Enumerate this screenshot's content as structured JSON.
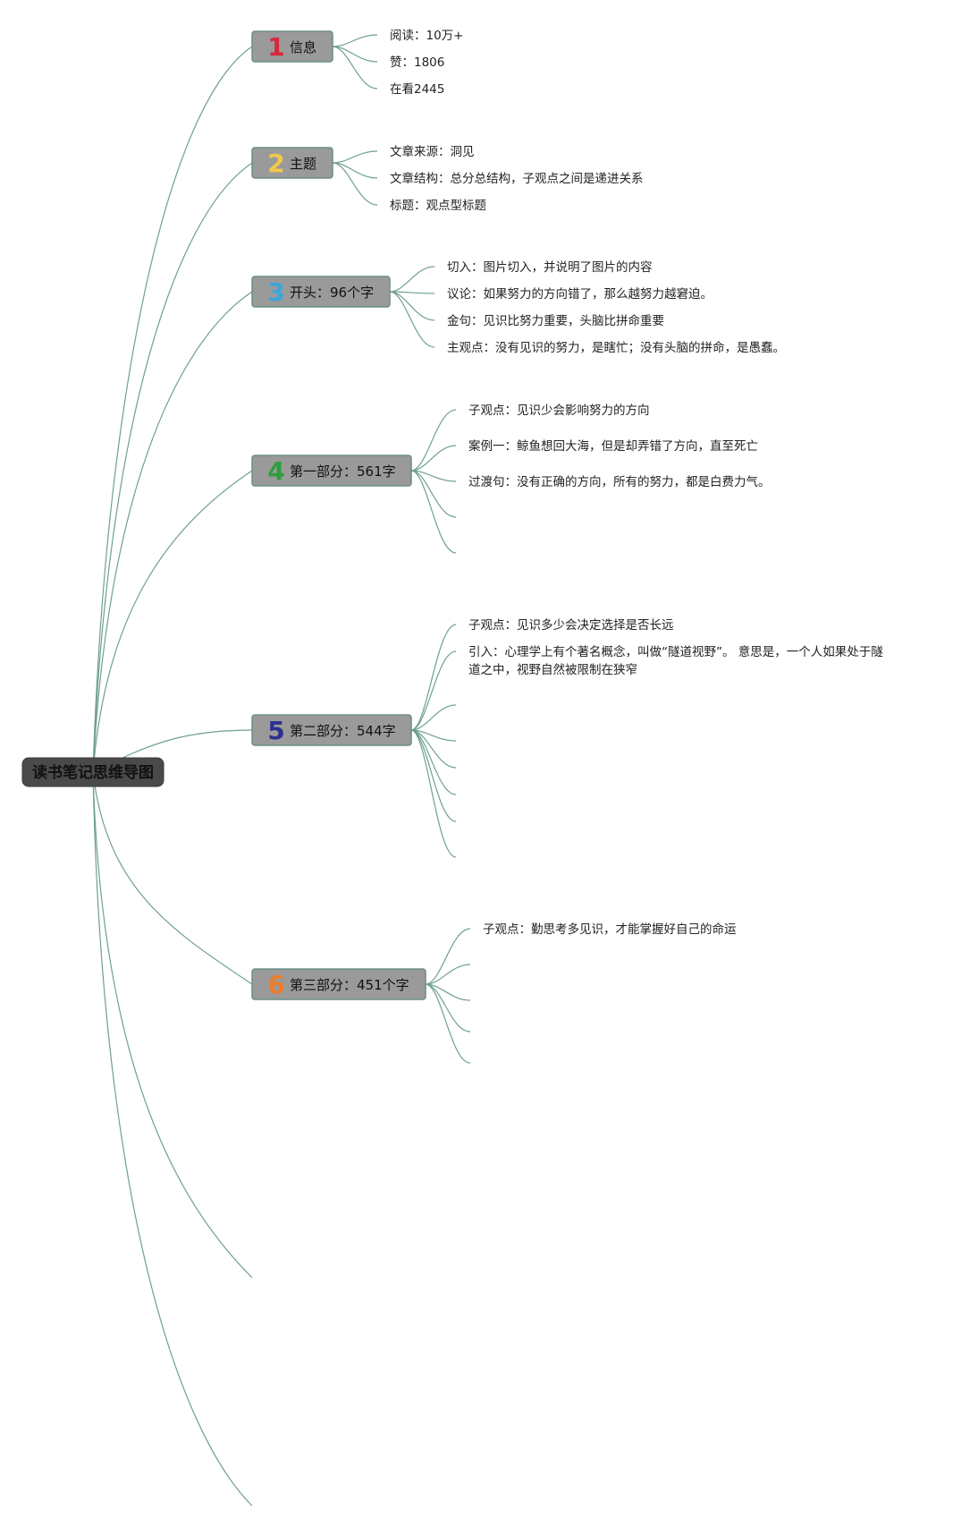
{
  "root": {
    "label": "读书笔记思维导图"
  },
  "branches": [
    {
      "num": "1",
      "num_color": "#d8283a",
      "label": "信息",
      "children": [
        "阅读：10万+",
        "赞：1806",
        "在看2445"
      ]
    },
    {
      "num": "2",
      "num_color": "#f2c94c",
      "label": "主题",
      "children": [
        "文章来源：洞见",
        "文章结构：总分总结构，子观点之间是递进关系",
        "标题：观点型标题"
      ]
    },
    {
      "num": "3",
      "num_color": "#3aa6dd",
      "label": "开头：96个字",
      "children": [
        "切入：图片切入，并说明了图片的内容",
        "议论：如果努力的方向错了，那么越努力越窘迫。",
        "金句：见识比努力重要，头脑比拼命重要",
        "主观点：没有见识的努力，是瞎忙；没有头脑的拼命，是愚蠢。"
      ]
    },
    {
      "num": "4",
      "num_color": "#2e9e3c",
      "label": "第一部分：561字",
      "children": [
        "子观点：见识少会影响努力的方向",
        "案例一：鲸鱼想回大海，但是却弄错了方向，直至死亡",
        "过渡句：没有正确的方向，所有的努力，都是白费力气。",
        "",
        ""
      ]
    },
    {
      "num": "5",
      "num_color": "#2a3190",
      "label": "第二部分：544字",
      "children": [
        "子观点：见识多少会决定选择是否长远",
        "引入：心理学上有个著名概念，叫做“隧道视野”。 意思是，一个人如果处于隧道之中，视野自然被限制在狭窄",
        "",
        "",
        "",
        "",
        "",
        ""
      ]
    },
    {
      "num": "6",
      "num_color": "#f07c28",
      "label": "第三部分：451个字",
      "children": [
        "子观点：勤思考多见识，才能掌握好自己的命运",
        "",
        "",
        "",
        ""
      ]
    },
    {
      "num": "",
      "label": "",
      "children": []
    },
    {
      "num": "",
      "label": "",
      "children": []
    }
  ]
}
